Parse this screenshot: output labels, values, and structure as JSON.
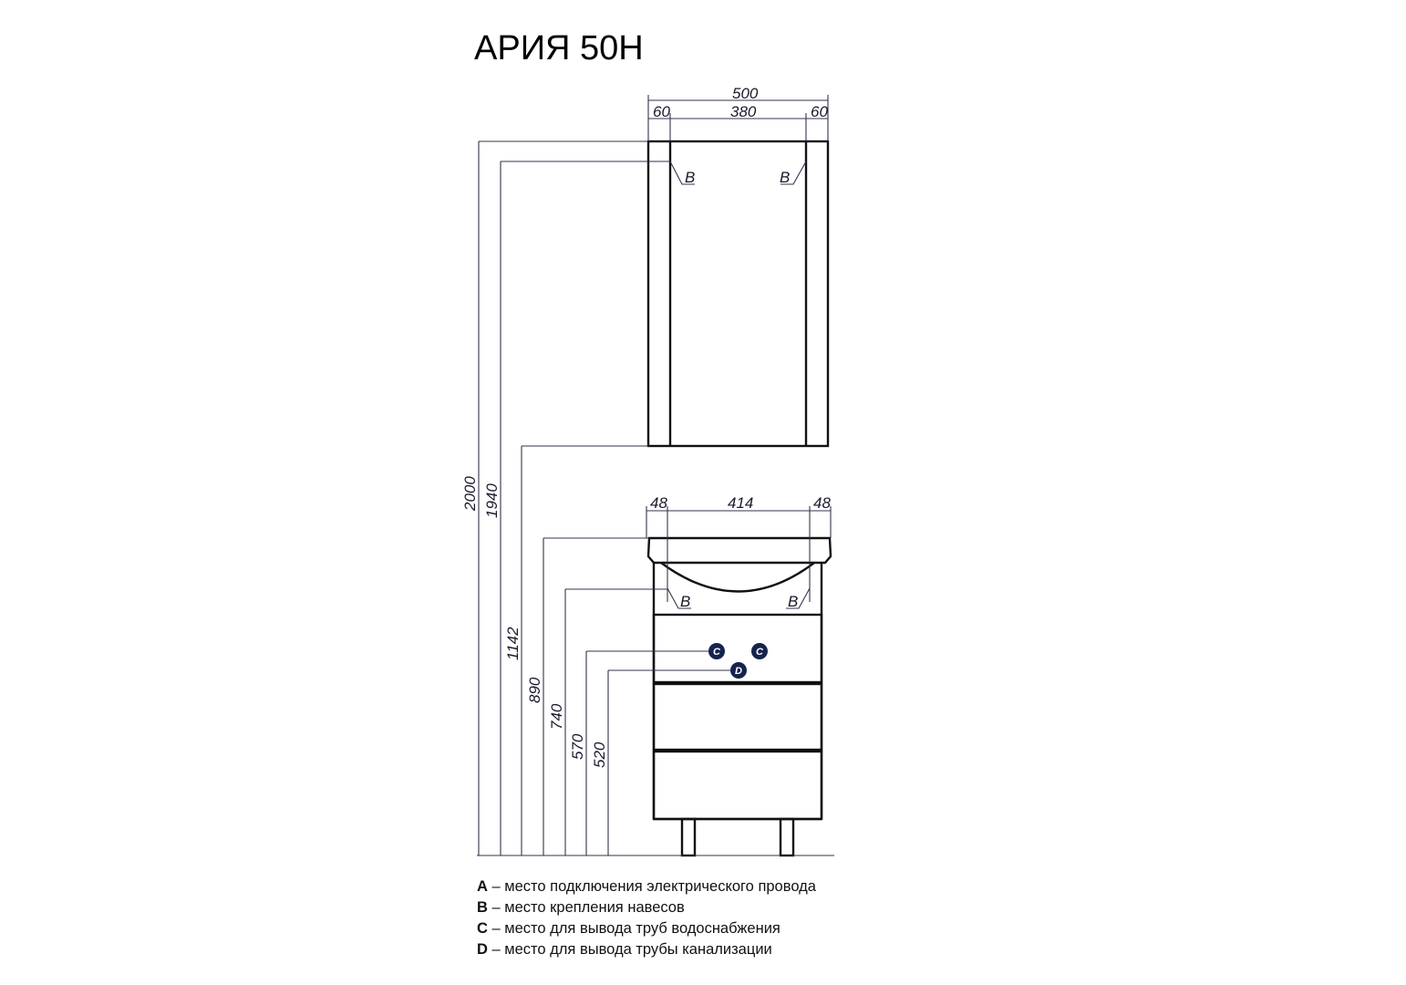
{
  "title": "АРИЯ 50Н",
  "mirror": {
    "widths": {
      "total": "500",
      "left": "60",
      "center": "380",
      "right": "60"
    },
    "marks": [
      "B",
      "B"
    ]
  },
  "vanity": {
    "widths": {
      "left": "48",
      "center": "414",
      "right": "48"
    },
    "marks_b": [
      "B",
      "B"
    ],
    "marks_c": [
      "C",
      "C"
    ],
    "mark_d": "D"
  },
  "heights": [
    "2000",
    "1940",
    "1142",
    "890",
    "740",
    "570",
    "520"
  ],
  "legend": [
    {
      "key": "A",
      "text": " – место подключения электрического провода"
    },
    {
      "key": "B",
      "text": " – место крепления навесов"
    },
    {
      "key": "C",
      "text": " – место для вывода труб водоснабжения"
    },
    {
      "key": "D",
      "text": " – место для вывода трубы канализации"
    }
  ]
}
